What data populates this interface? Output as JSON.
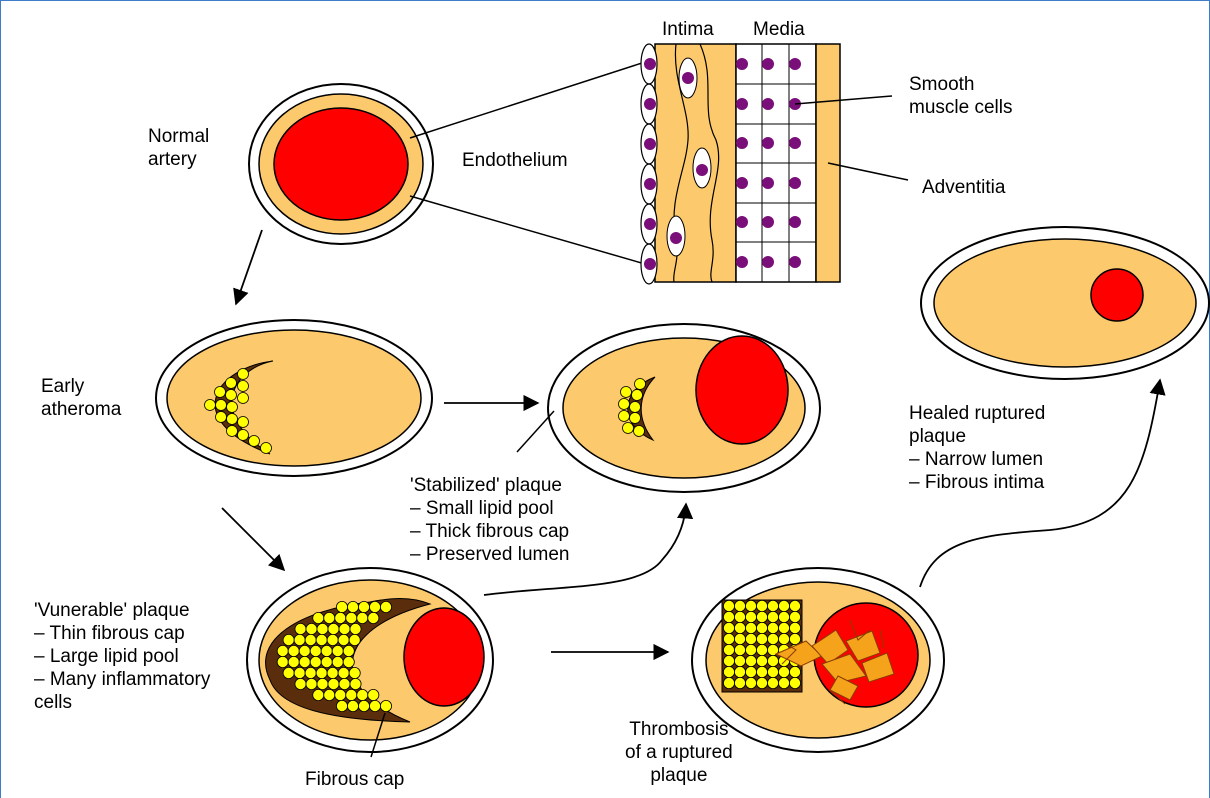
{
  "labels": {
    "normal_artery": "Normal\nartery",
    "endothelium": "Endothelium",
    "intima": "Intima",
    "media": "Media",
    "smooth_muscle_cells": "Smooth\nmuscle cells",
    "adventitia": "Adventitia",
    "early_atheroma": "Early\natheroma",
    "stabilized_plaque": "'Stabilized' plaque\n– Small lipid pool\n– Thick fibrous cap\n– Preserved lumen",
    "healed_plaque": "Healed ruptured\nplaque\n– Narrow lumen\n– Fibrous intima",
    "vulnerable_plaque": "'Vunerable' plaque\n– Thin fibrous cap\n– Large lipid pool\n– Many inflammatory\ncells",
    "fibrous_cap": "Fibrous cap",
    "thrombosis": "Thrombosis\nof a ruptured\nplaque"
  },
  "colors": {
    "vessel_wall": "#fdc96d",
    "lumen": "#ff0000",
    "lipid_core": "#5a2d0c",
    "foam_cells": "#ffff00",
    "smc_nucleus": "#7a0f7a",
    "thrombus": "#f4a31b",
    "frame_border": "#3d7cc9"
  }
}
